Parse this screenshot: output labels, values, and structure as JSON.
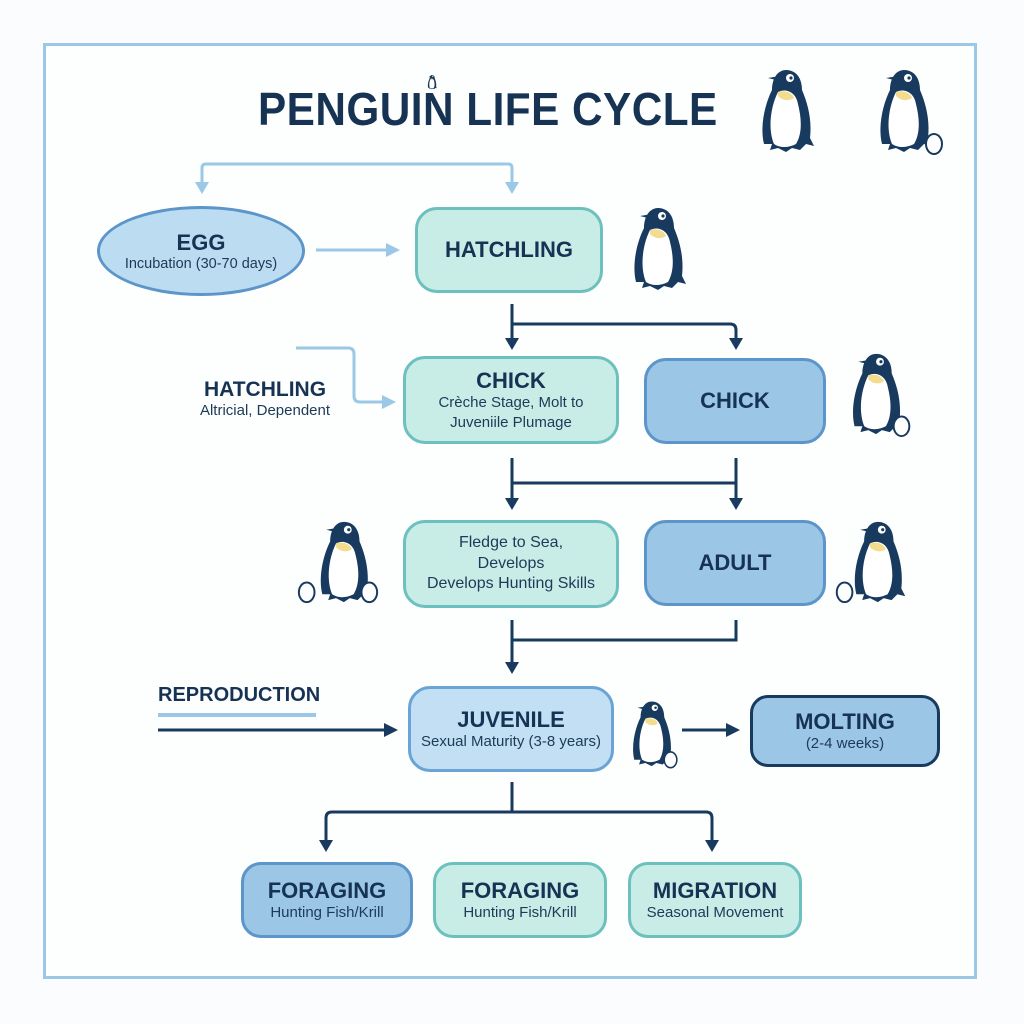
{
  "title": "PENGUIN LIFE CYCLE",
  "colors": {
    "navy": "#173354",
    "teal_fill": "#c8ece6",
    "teal_border": "#6cc0bd",
    "blue_fill": "#9bc6e6",
    "blue_border": "#5b95c9",
    "light_arrow": "#9ac8e6",
    "dark_arrow": "#173a5e"
  },
  "nodes": {
    "egg": {
      "title": "EGG",
      "subtitle": "Incubation (30-70 days)"
    },
    "hatchling": {
      "title": "HATCHLING"
    },
    "hatchling_note": {
      "title": "HATCHLING",
      "subtitle": "Altricial, Dependent"
    },
    "chick_left": {
      "title": "CHICK",
      "subtitle_line1": "Crèche Stage, Molt to",
      "subtitle_line2": "Juveniile Plumage"
    },
    "chick_right": {
      "title": "CHICK"
    },
    "fledge": {
      "line1": "Fledge to Sea,",
      "line2": "Develops",
      "line3": "Develops Hunting Skills"
    },
    "adult": {
      "title": "ADULT"
    },
    "reproduction": {
      "title": "REPRODUCTION"
    },
    "juvenile": {
      "title": "JUVENILE",
      "subtitle": "Sexual Maturity (3-8 years)"
    },
    "molting": {
      "title": "MOLTING",
      "subtitle": "(2-4 weeks)"
    },
    "foraging_1": {
      "title": "FORAGING",
      "subtitle": "Hunting Fish/Krill"
    },
    "foraging_2": {
      "title": "FORAGING",
      "subtitle": "Hunting Fish/Krill"
    },
    "migration": {
      "title": "MIGRATION",
      "subtitle": "Seasonal Movement"
    }
  },
  "icons": [
    "penguin-icon",
    "penguin-with-egg-icon",
    "egg-icon"
  ]
}
